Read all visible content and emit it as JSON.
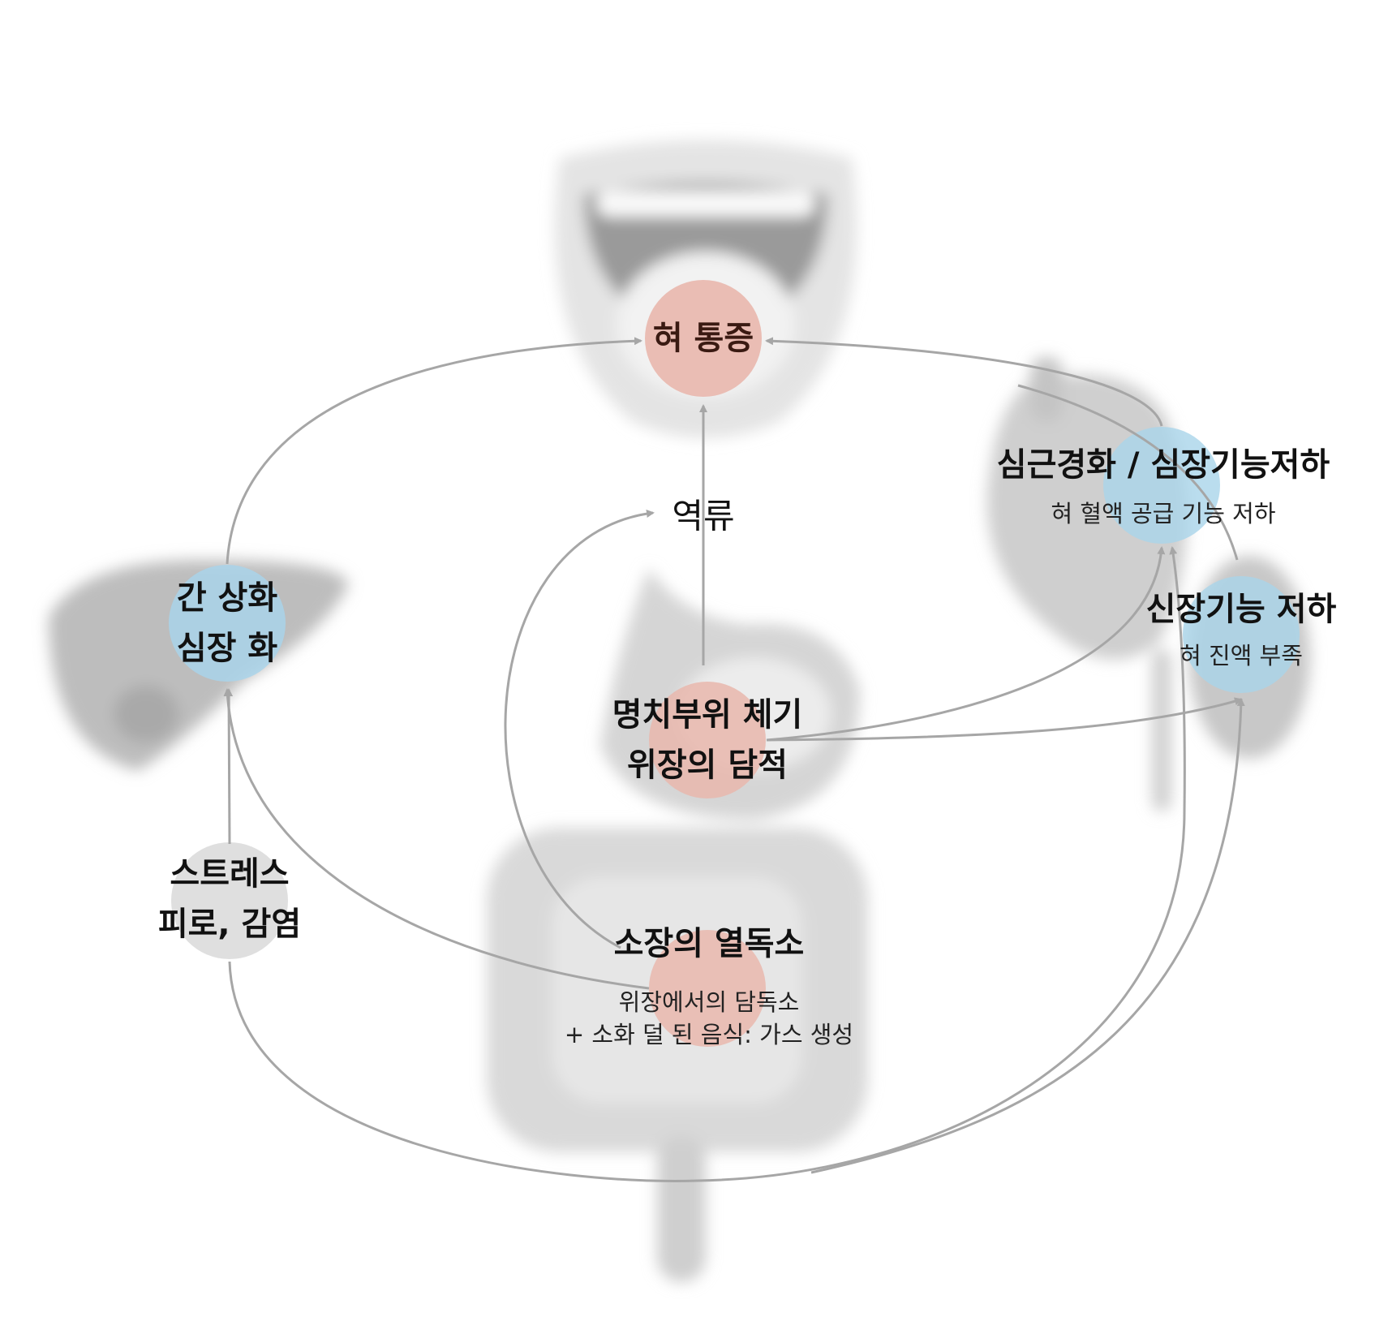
{
  "nodes": {
    "tongue_pain": {
      "title": "혀 통증",
      "color": "#e9b7ad"
    },
    "reflux": {
      "title": "역류"
    },
    "epigastric": {
      "title_line1": "명치부위 체기",
      "title_line2": "위장의 담적",
      "color": "#e9b7ad"
    },
    "small_intestine": {
      "title": "소장의 열독소",
      "sub_line1": "위장에서의 담독소",
      "sub_line2": "+ 소화 덜 된 음식: 가스 생성",
      "color": "#e9b7ad"
    },
    "liver": {
      "title_line1": "간 상화",
      "title_line2": "심장 화",
      "color": "#a9d4ea"
    },
    "stress": {
      "title_line1": "스트레스",
      "title_line2": "피로, 감염",
      "color": "#dcdcdc"
    },
    "heart": {
      "title": "심근경화 / 심장기능저하",
      "sub": "혀 혈액 공급 기능 저하",
      "color": "#a9d4ea"
    },
    "kidney": {
      "title": "신장기능 저하",
      "sub": "혀 진액 부족",
      "color": "#a9d4ea"
    }
  },
  "colors": {
    "arrow": "#a6a6a6"
  }
}
